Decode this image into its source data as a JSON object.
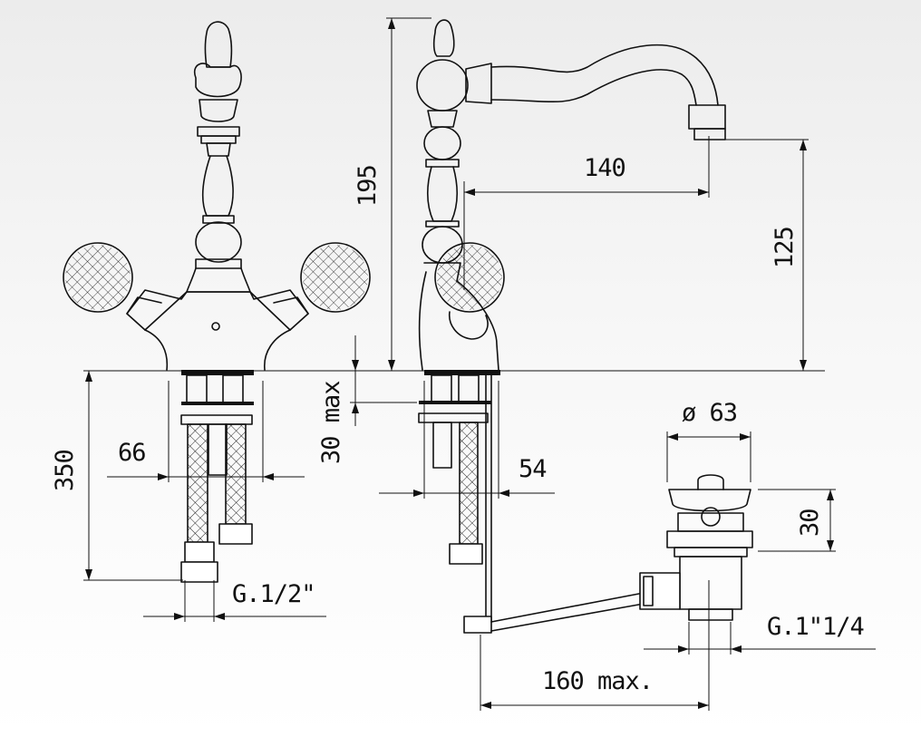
{
  "drawing": {
    "dimensions": {
      "height_total": "195",
      "spout_reach": "140",
      "spout_height": "125",
      "inlet_spacing": "66",
      "hose_length": "350",
      "deck_thickness": "30 max",
      "hole_diameter": "54",
      "thread_inlet": "G.1/2\"",
      "waste_diameter": "ø 63",
      "waste_height": "30",
      "waste_thread": "G.1\"1/4",
      "rod_length": "160 max."
    }
  }
}
